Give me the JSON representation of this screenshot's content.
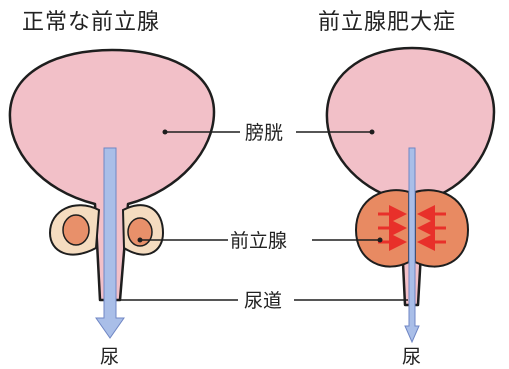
{
  "titles": {
    "normal": "正常な前立腺",
    "bph": "前立腺肥大症"
  },
  "labels": {
    "bladder": "膀胱",
    "prostate": "前立腺",
    "urethra": "尿道"
  },
  "outputs": {
    "left": "尿",
    "right": "尿"
  },
  "colors": {
    "bladder_fill": "#f2c0c8",
    "outline": "#1e1e1e",
    "prostate_capsule": "#f5dcc0",
    "prostate_normal": "#e8906a",
    "prostate_enlarged": "#e88a62",
    "urethra_arrow": "#a9bee8",
    "compression_arrows": "#e8302a"
  }
}
